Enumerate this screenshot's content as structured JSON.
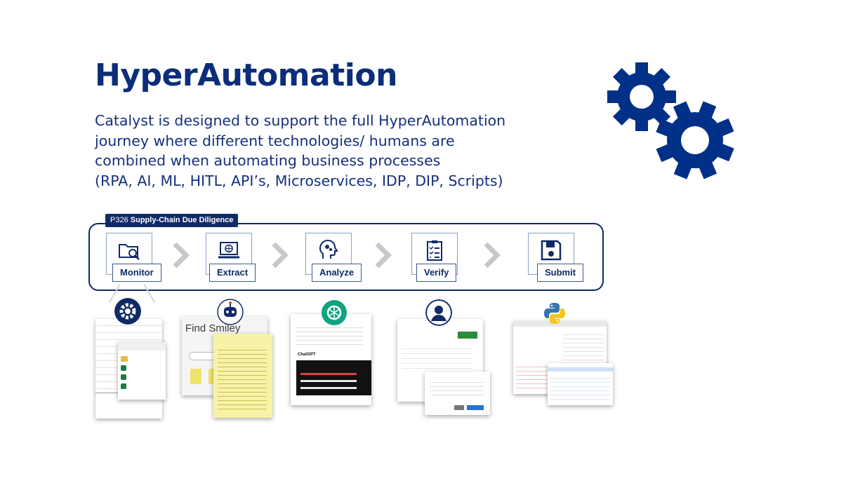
{
  "slide": {
    "title": "HyperAutomation",
    "subtitle_lines": [
      "Catalyst is designed to support the full HyperAutomation",
      "journey where different technologies/ humans are",
      "combined when automating business processes",
      "(RPA, AI, ML, HITL, API’s, Microservices, IDP, DIP, Scripts)"
    ]
  },
  "process": {
    "code": "P326",
    "name": "Supply-Chain Due Diligence",
    "steps": [
      {
        "label": "Monitor",
        "icon": "folder-search-icon"
      },
      {
        "label": "Extract",
        "icon": "laptop-globe-icon"
      },
      {
        "label": "Analyze",
        "icon": "brain-head-icon"
      },
      {
        "label": "Verify",
        "icon": "clipboard-checklist-icon"
      },
      {
        "label": "Submit",
        "icon": "floppy-disk-icon"
      }
    ]
  },
  "tools": [
    {
      "icon": "uipath-gear-icon"
    },
    {
      "icon": "robot-icon",
      "text": "Find Smiley"
    },
    {
      "icon": "openai-icon",
      "text": "ChatGPT"
    },
    {
      "icon": "user-icon"
    },
    {
      "icon": "python-icon"
    }
  ],
  "colors": {
    "brand": "#0b2d7a",
    "gear": "#003087",
    "accent_green": "#10a37f"
  }
}
